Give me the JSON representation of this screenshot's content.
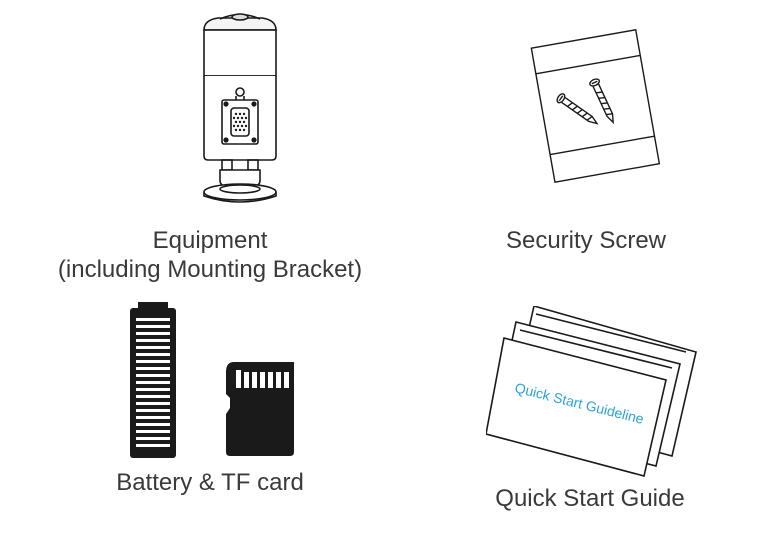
{
  "items": [
    {
      "id": "equipment",
      "caption_lines": [
        "Equipment",
        "(including Mounting Bracket)"
      ],
      "icon": "camera-with-bracket-icon"
    },
    {
      "id": "security-screw",
      "caption_lines": [
        "Security Screw"
      ],
      "icon": "screw-bag-icon"
    },
    {
      "id": "battery-tf-card",
      "caption_lines": [
        "Battery & TF card"
      ],
      "icon": "battery-and-sd-card-icon"
    },
    {
      "id": "quick-start-guide",
      "caption_lines": [
        "Quick Start Guide"
      ],
      "icon": "guide-booklet-icon",
      "booklet_text": "Quick Start Guideline"
    }
  ],
  "colors": {
    "line": "#1a1a1a",
    "caption": "#3a3a3a",
    "booklet_text": "#2aa3d6"
  }
}
